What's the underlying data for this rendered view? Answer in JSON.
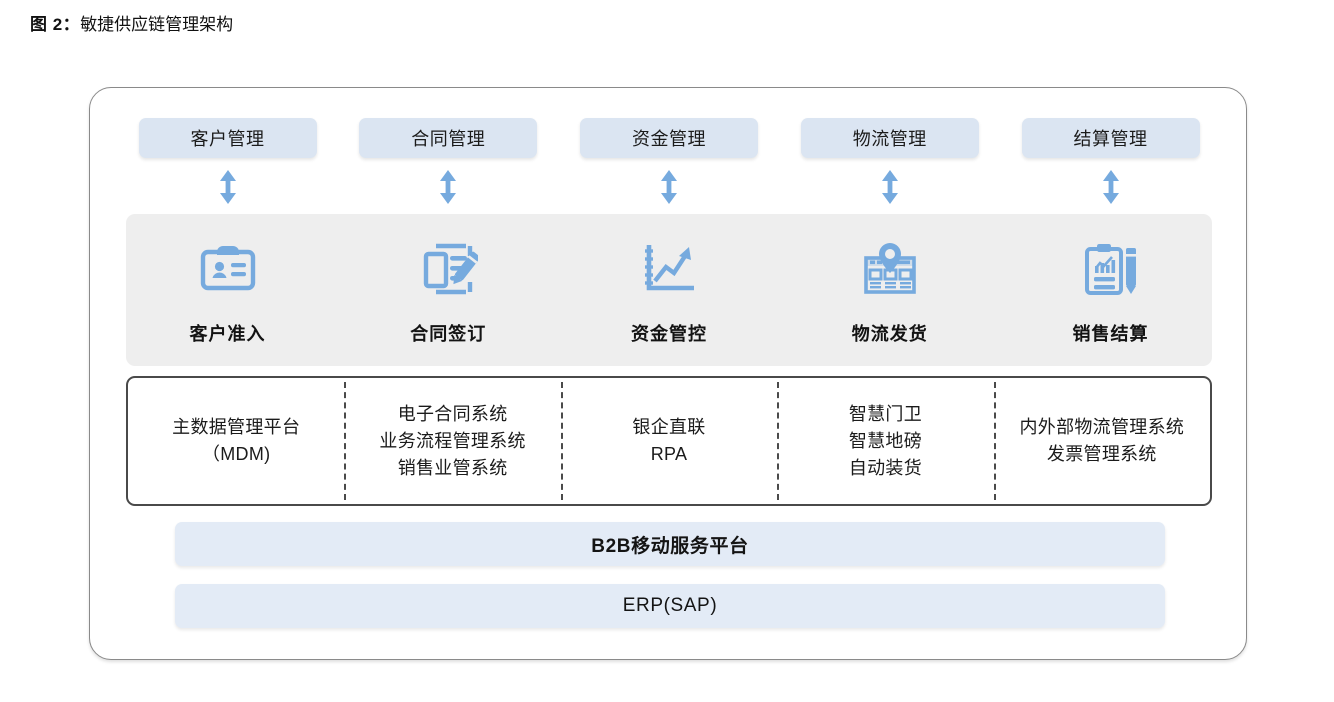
{
  "figure": {
    "label": "图 2：",
    "title": "敏捷供应链管理架构"
  },
  "management_pills": [
    {
      "label": "客户管理",
      "arrow": "double-arrow-vertical-icon"
    },
    {
      "label": "合同管理",
      "arrow": "double-arrow-vertical-icon"
    },
    {
      "label": "资金管理",
      "arrow": "double-arrow-vertical-icon"
    },
    {
      "label": "物流管理",
      "arrow": "double-arrow-vertical-icon"
    },
    {
      "label": "结算管理",
      "arrow": "double-arrow-vertical-icon"
    }
  ],
  "process_stages": [
    {
      "label": "客户准入",
      "icon": "id-card-icon"
    },
    {
      "label": "合同签订",
      "icon": "document-pencil-icon"
    },
    {
      "label": "资金管控",
      "icon": "line-chart-up-icon"
    },
    {
      "label": "物流发货",
      "icon": "map-pin-panel-icon"
    },
    {
      "label": "销售结算",
      "icon": "clipboard-chart-pencil-icon"
    }
  ],
  "systems": [
    {
      "lines": [
        "主数据管理平台",
        "（MDM)"
      ]
    },
    {
      "lines": [
        "电子合同系统",
        "业务流程管理系统",
        "销售业管系统"
      ]
    },
    {
      "lines": [
        "银企直联",
        "RPA"
      ]
    },
    {
      "lines": [
        "智慧门卫",
        "智慧地磅",
        "自动装货"
      ]
    },
    {
      "lines": [
        "内外部物流管理系统",
        "发票管理系统"
      ]
    }
  ],
  "platforms": [
    {
      "label": "B2B移动服务平台"
    },
    {
      "label": "ERP(SAP)"
    }
  ],
  "colors": {
    "pill_background": "#dbe5f2",
    "icon_band_background": "#eeeeee",
    "accent_blue": "#76aade",
    "platform_background": "#e3ebf6",
    "systems_border": "#4a4a4a",
    "card_border": "#8a8a8a"
  }
}
